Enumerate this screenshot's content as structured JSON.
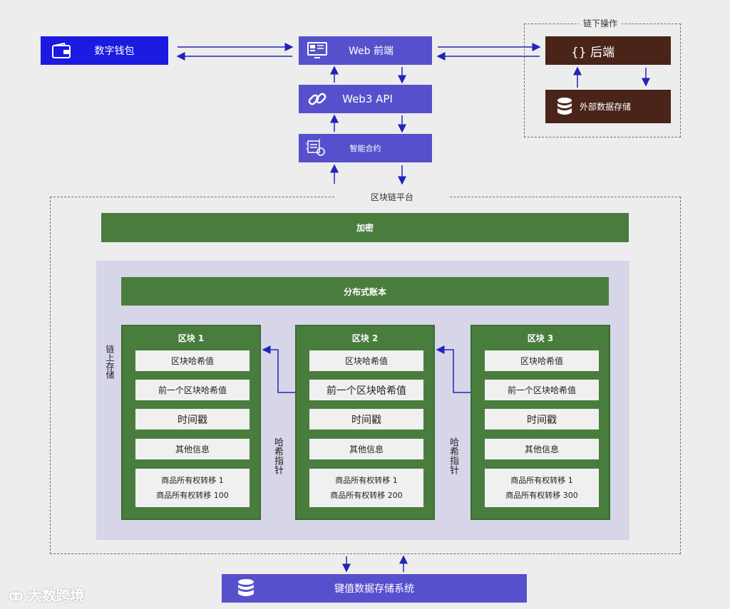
{
  "top": {
    "wallet": "数字钱包",
    "web_frontend": "Web 前端",
    "web3_api": "Web3 API",
    "smart_contract": "智能合约",
    "offchain_label": "链下操作",
    "backend": "{} 后端",
    "external_storage": "外部数据存储"
  },
  "platform": {
    "label": "区块链平台",
    "encryption": "加密",
    "ledger": "分布式账本",
    "onchain_storage": "链上存储",
    "hash_pointer": "哈希指针"
  },
  "blocks": [
    {
      "title": "区块 1",
      "hash": "区块哈希值",
      "prev_hash": "前一个区块哈希值",
      "timestamp": "时间戳",
      "other": "其他信息",
      "tx1": "商品所有权转移 1",
      "tx2": "商品所有权转移 100"
    },
    {
      "title": "区块 2",
      "hash": "区块哈希值",
      "prev_hash": "前一个区块哈希值",
      "timestamp": "时间戳",
      "other": "其他信息",
      "tx1": "商品所有权转移 1",
      "tx2": "商品所有权转移 200"
    },
    {
      "title": "区块 3",
      "hash": "区块哈希值",
      "prev_hash": "前一个区块哈希值",
      "timestamp": "时间戳",
      "other": "其他信息",
      "tx1": "商品所有权转移 1",
      "tx2": "商品所有权转移 300"
    }
  ],
  "kv_storage": "键值数据存储系统",
  "watermark": "大数跨境",
  "icons": [
    "wallet-icon",
    "monitor-icon",
    "link-icon",
    "contract-icon",
    "database-icon"
  ],
  "colors": {
    "wallet": "#1a1ae0",
    "purple": "#5750cc",
    "brown": "#4a2418",
    "green": "#497d3d",
    "ledger_bg": "#d6d6e8",
    "arrow": "#2323b8"
  }
}
